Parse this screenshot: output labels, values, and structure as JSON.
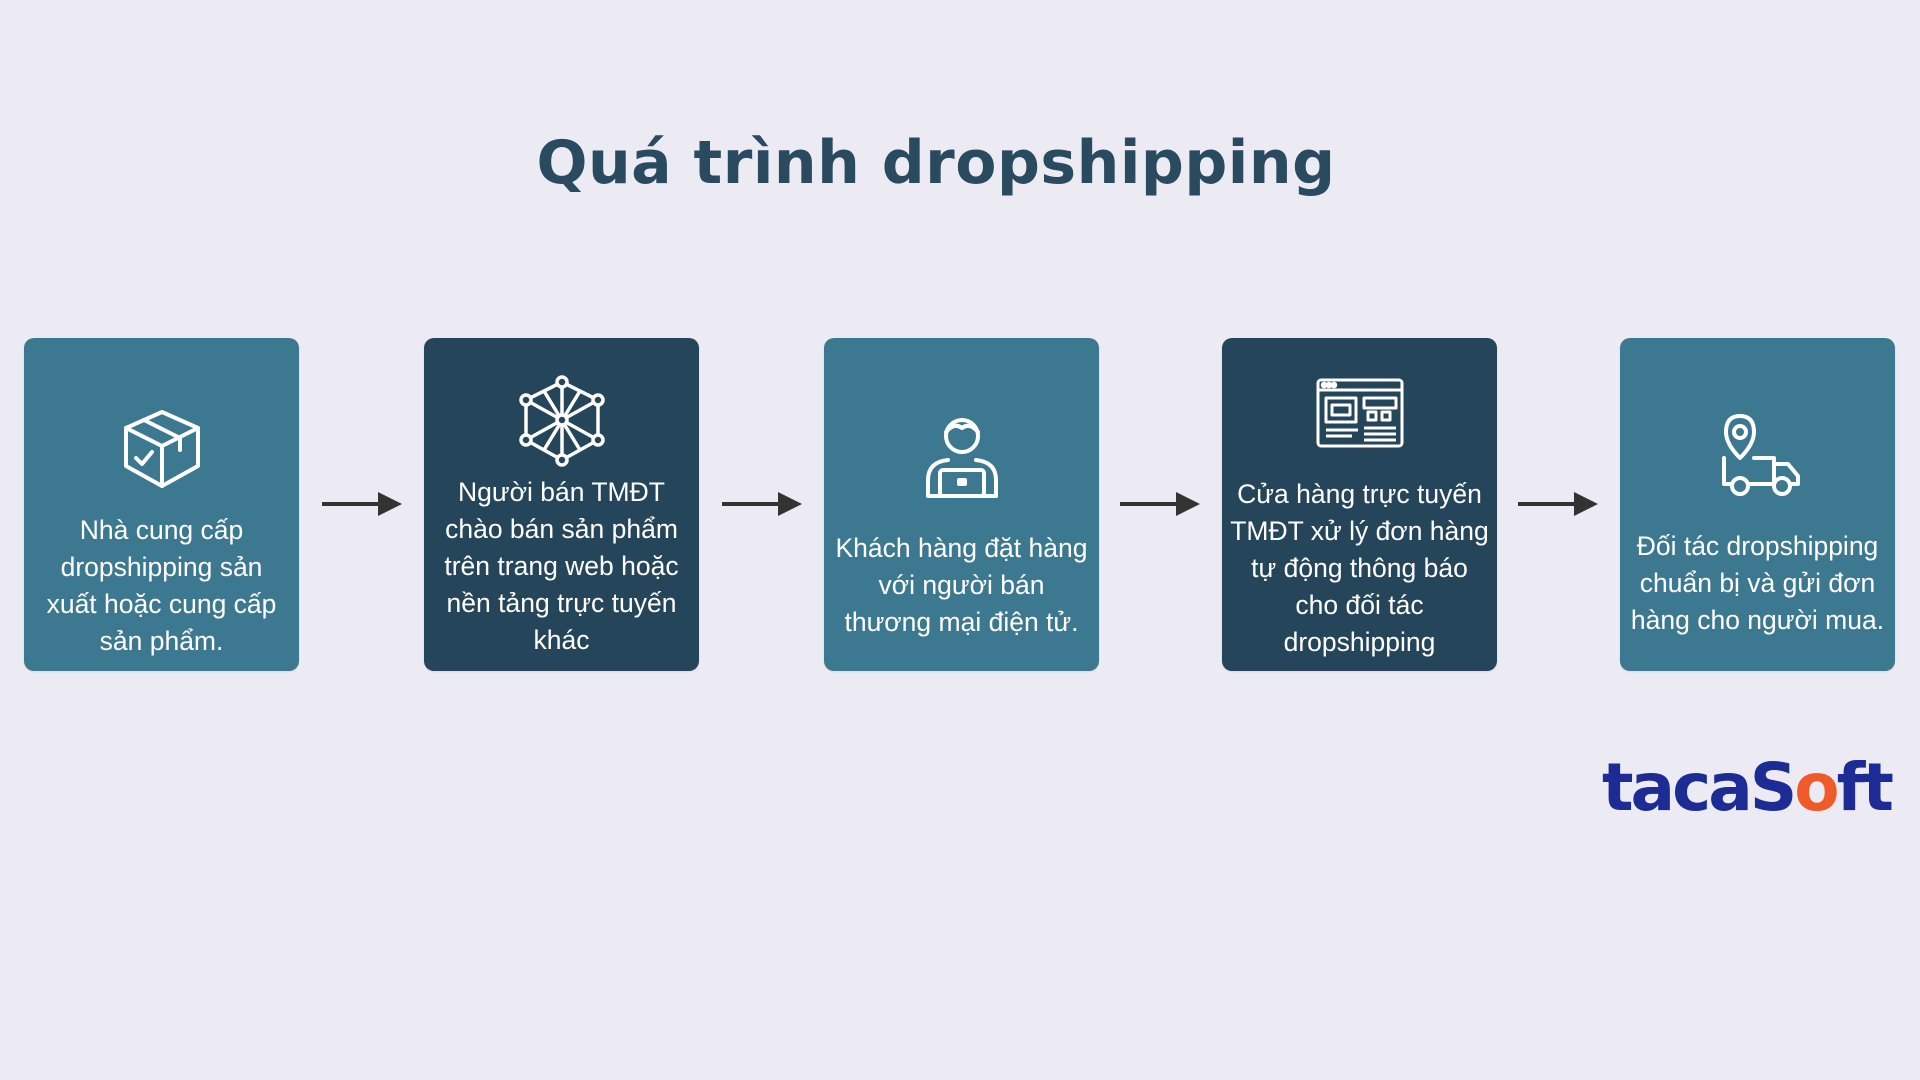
{
  "title": "Quá trình dropshipping",
  "steps": [
    {
      "icon": "package-box-icon",
      "text": "Nhà cung cấp dropshipping sản xuất hoặc cung cấp sản phẩm."
    },
    {
      "icon": "network-cube-icon",
      "text": "Người bán TMĐT chào bán sản phẩm trên trang web hoặc nền tảng trực tuyến khác"
    },
    {
      "icon": "person-laptop-icon",
      "text": "Khách hàng đặt hàng với người bán thương mại điện tử."
    },
    {
      "icon": "online-store-window-icon",
      "text": "Cửa hàng trực tuyến TMĐT xử lý đơn hàng tự động thông báo cho đối tác dropshipping"
    },
    {
      "icon": "delivery-truck-location-icon",
      "text": "Đối tác dropshipping chuẩn bị và gửi đơn hàng cho người mua."
    }
  ],
  "logo": {
    "part1": "taca",
    "part2": "S",
    "part3": "o",
    "part4": "ft"
  },
  "colors": {
    "background": "#ecebf3",
    "title": "#2a4a5f",
    "box_light": "#3d7891",
    "box_dark": "#24455a",
    "arrow": "#333333",
    "logo_blue": "#1d2b94",
    "logo_orange": "#f05a28"
  }
}
